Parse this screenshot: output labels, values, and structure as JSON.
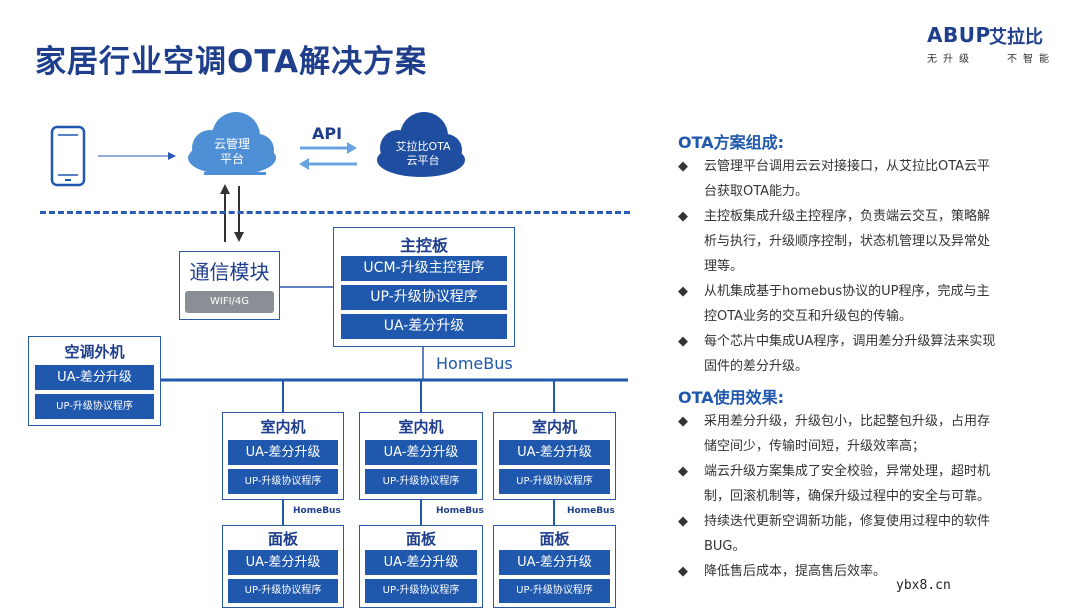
{
  "title": "家居行业空调OTA解决方案",
  "logo": {
    "brand": "ABUP",
    "brand_cn": "艾拉比",
    "slogan_left": "无升级",
    "slogan_right": "不智能"
  },
  "diagram": {
    "cloud_left": [
      "云管理",
      "平台"
    ],
    "cloud_right": [
      "艾拉比OTA",
      "云平台"
    ],
    "api_label": "API",
    "comm_module": {
      "title": "通信模块",
      "sub": "WIFI/4G"
    },
    "main_board": {
      "title": "主控板",
      "items": [
        "UCM-升级主控程序",
        "UP-升级协议程序",
        "UA-差分升级"
      ]
    },
    "homebus_main": "HomeBus",
    "outdoor": {
      "title": "空调外机",
      "items": [
        "UA-差分升级",
        "UP-升级协议程序"
      ]
    },
    "indoor_units": [
      {
        "title": "室内机",
        "items": [
          "UA-差分升级",
          "UP-升级协议程序"
        ]
      },
      {
        "title": "室内机",
        "items": [
          "UA-差分升级",
          "UP-升级协议程序"
        ]
      },
      {
        "title": "室内机",
        "items": [
          "UA-差分升级",
          "UP-升级协议程序"
        ]
      }
    ],
    "homebus_small": [
      "HomeBus",
      "HomeBus",
      "HomeBus"
    ],
    "panels": [
      {
        "title": "面板",
        "items": [
          "UA-差分升级",
          "UP-升级协议程序"
        ]
      },
      {
        "title": "面板",
        "items": [
          "UA-差分升级",
          "UP-升级协议程序"
        ]
      },
      {
        "title": "面板",
        "items": [
          "UA-差分升级",
          "UP-升级协议程序"
        ]
      }
    ]
  },
  "composition": {
    "title": "OTA方案组成:",
    "bullets": [
      [
        "云管理平台调用云云对接接口，从艾拉比OTA云平",
        "台获取OTA能力。"
      ],
      [
        "主控板集成升级主控程序，负责端云交互，策略解",
        "析与执行，升级顺序控制，状态机管理以及异常处",
        "理等。"
      ],
      [
        "从机集成基于homebus协议的UP程序，完成与主",
        "控OTA业务的交互和升级包的传输。"
      ],
      [
        "每个芯片中集成UA程序，调用差分升级算法来实现",
        "固件的差分升级。"
      ]
    ]
  },
  "effects": {
    "title": "OTA使用效果:",
    "bullets": [
      [
        "采用差分升级，升级包小，比起整包升级，占用存",
        "储空间少，传输时间短，升级效率高；"
      ],
      [
        "端云升级方案集成了安全校验，异常处理，超时机",
        "制，回滚机制等，确保升级过程中的安全与可靠。"
      ],
      [
        "持续迭代更新空调新功能，修复使用过程中的软件",
        "BUG。"
      ],
      [
        "降低售后成本，提高售后效率。"
      ]
    ]
  },
  "bullet_marker": "◆",
  "watermark": "ybx8.cn",
  "colors": {
    "primary": "#1f58ad",
    "title": "#1f3f8c",
    "cloud": "#4f8fd6",
    "gray": "#8a8f95"
  }
}
